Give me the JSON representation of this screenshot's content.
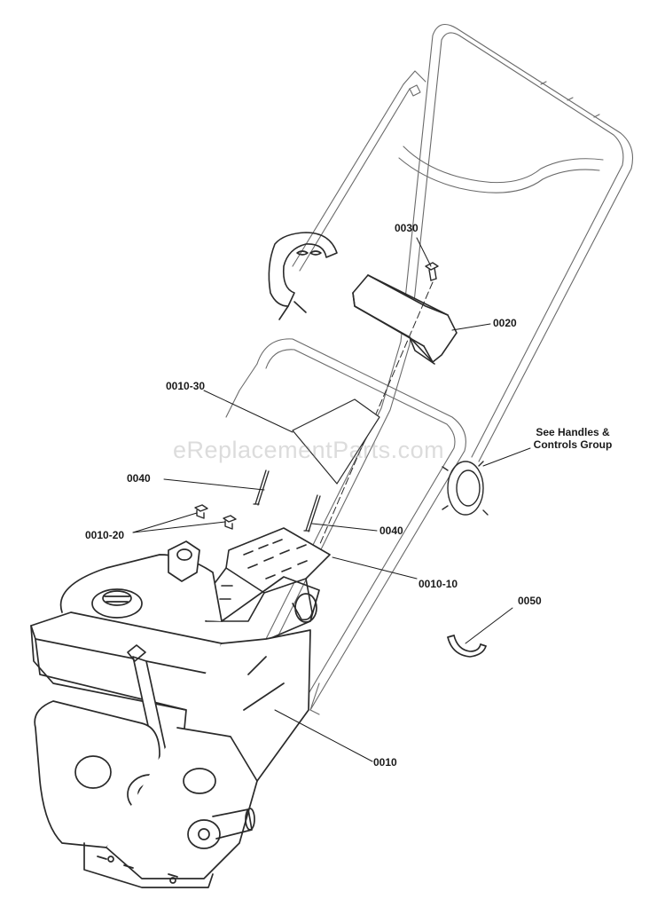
{
  "watermark": "eReplacementParts.com",
  "note": {
    "line1": "See Handles &",
    "line2": "Controls Group"
  },
  "callouts": {
    "c0030": "0030",
    "c0020": "0020",
    "c0010_30": "0010-30",
    "c0040a": "0040",
    "c0010_20": "0010-20",
    "c0040b": "0040",
    "c0010_10": "0010-10",
    "c0050": "0050",
    "c0010": "0010"
  },
  "colors": {
    "line": "#2a2a2a",
    "handle": "#6a6a6a",
    "watermark": "#969696"
  }
}
